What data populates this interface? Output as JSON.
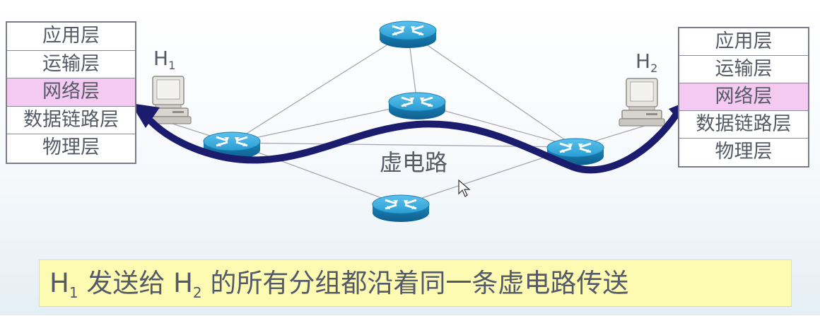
{
  "left_stack": {
    "layers": [
      "应用层",
      "运输层",
      "网络层",
      "数据链路层",
      "物理层"
    ],
    "highlighted_index": 2
  },
  "right_stack": {
    "layers": [
      "应用层",
      "运输层",
      "网络层",
      "数据链路层",
      "物理层"
    ],
    "highlighted_index": 2
  },
  "hosts": {
    "h1": {
      "letter": "H",
      "sub": "1"
    },
    "h2": {
      "letter": "H",
      "sub": "2"
    }
  },
  "virtual_circuit_label": "虚电路",
  "caption": {
    "h1_letter": "H",
    "h1_sub": "1",
    "mid": " 发送给 ",
    "h2_letter": "H",
    "h2_sub": "2",
    "tail": " 的所有分组都沿着同一条虚电路传送"
  },
  "colors": {
    "highlight": "#f4c9f2",
    "path": "#1c1c6e",
    "router": "#1f8fc4",
    "caption_bg": "#fdfbb2"
  },
  "icons": [
    "router-icon",
    "computer-icon",
    "arrow-icon",
    "cursor-icon"
  ]
}
